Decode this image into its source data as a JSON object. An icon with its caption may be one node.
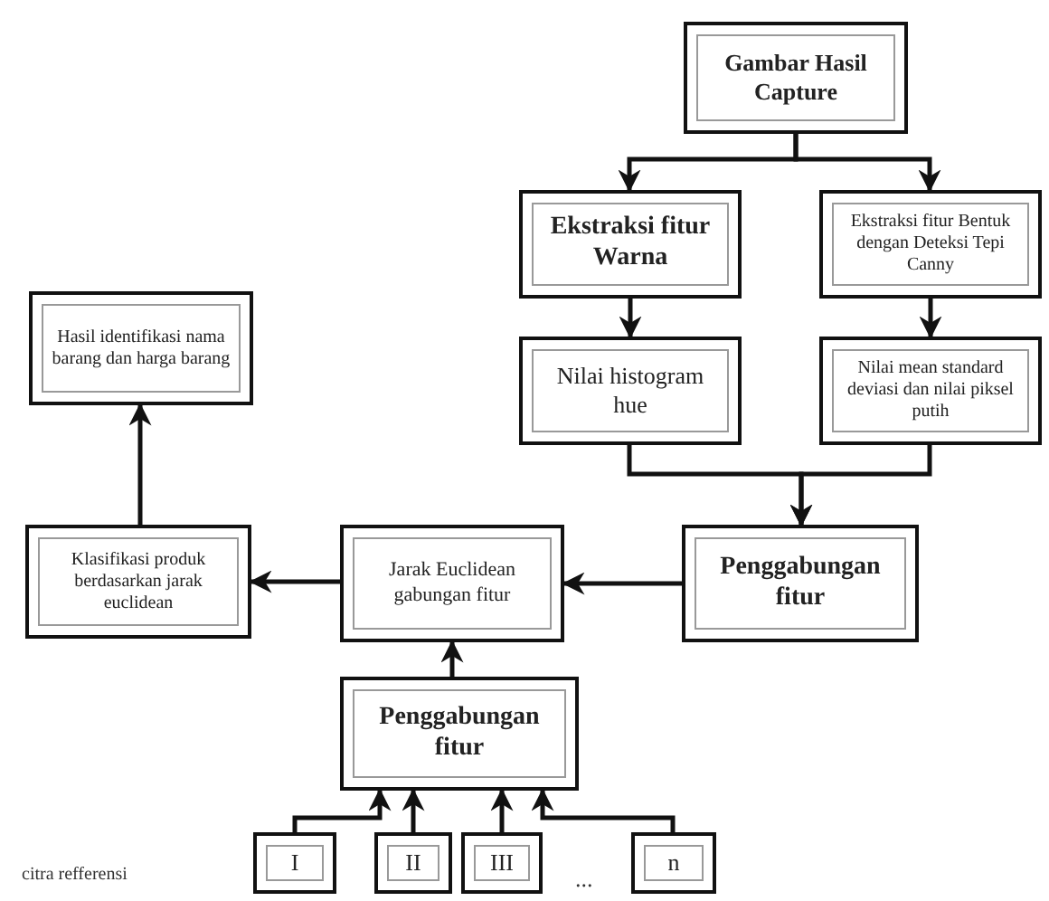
{
  "diagram": {
    "nodes": [
      {
        "text": [
          "Gambar Hasil Capture"
        ]
      },
      {
        "text": [
          "Ekstraksi fitur Warna"
        ]
      },
      {
        "text": [
          "Ekstraksi fitur Bentuk dengan Deteksi Tepi Canny"
        ]
      },
      {
        "text": [
          "Nilai histogram hue"
        ]
      },
      {
        "text": [
          "Nilai mean standard deviasi dan nilai piksel putih"
        ]
      },
      {
        "text": [
          "Penggabungan fitur"
        ]
      },
      {
        "text": [
          "Jarak Euclidean gabungan fitur"
        ]
      },
      {
        "text": [
          "Klasifikasi produk berdasarkan jarak euclidean"
        ]
      },
      {
        "text": [
          "Hasil identifikasi nama barang dan harga barang"
        ]
      },
      {
        "text": [
          "Penggabungan fitur"
        ]
      },
      {
        "text": [
          "I"
        ]
      },
      {
        "text": [
          "II"
        ]
      },
      {
        "text": [
          "III"
        ]
      },
      {
        "text": [
          "n"
        ]
      }
    ],
    "edges": [
      {
        "from": 0,
        "to": 1,
        "arrow": "to"
      },
      {
        "from": 0,
        "to": 2,
        "arrow": "to"
      },
      {
        "from": 1,
        "to": 3,
        "arrow": "to"
      },
      {
        "from": 2,
        "to": 4,
        "arrow": "to"
      },
      {
        "from": 3,
        "to": 5,
        "arrow": "to"
      },
      {
        "from": 4,
        "to": 5,
        "arrow": "to"
      },
      {
        "from": 5,
        "to": 6,
        "arrow": "to"
      },
      {
        "from": 6,
        "to": 7,
        "arrow": "to"
      },
      {
        "from": 7,
        "to": 8,
        "arrow": "to"
      },
      {
        "from": 9,
        "to": 6,
        "arrow": "to"
      },
      {
        "from": 10,
        "to": 9,
        "arrow": "to"
      },
      {
        "from": 11,
        "to": 9,
        "arrow": "to"
      },
      {
        "from": 12,
        "to": 9,
        "arrow": "to"
      },
      {
        "from": 13,
        "to": 9,
        "arrow": "to"
      }
    ],
    "labels": [
      "citra refferensi",
      "..."
    ]
  }
}
